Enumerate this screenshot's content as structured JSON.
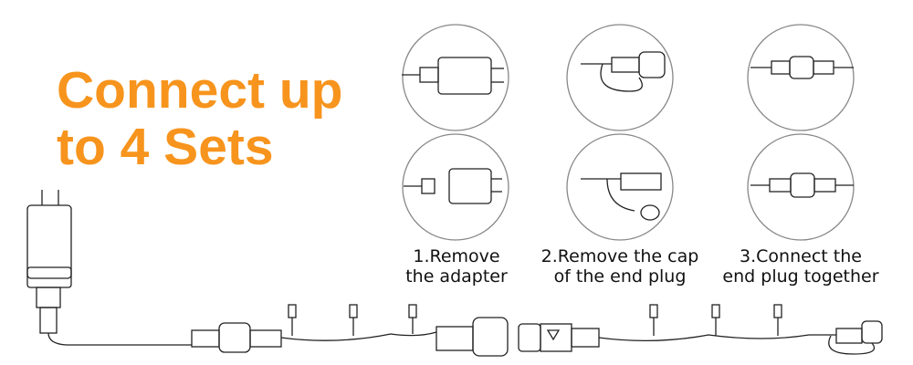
{
  "title": {
    "line1": "Connect up",
    "line2": "to 4 Sets"
  },
  "steps": [
    {
      "line1": "1.Remove",
      "line2": "the adapter"
    },
    {
      "line1": "2.Remove the cap",
      "line2": "of the end plug"
    },
    {
      "line1": "3.Connect the",
      "line2": "end plug together"
    }
  ],
  "colors": {
    "accent": "#f7941d",
    "line": "#222222"
  }
}
